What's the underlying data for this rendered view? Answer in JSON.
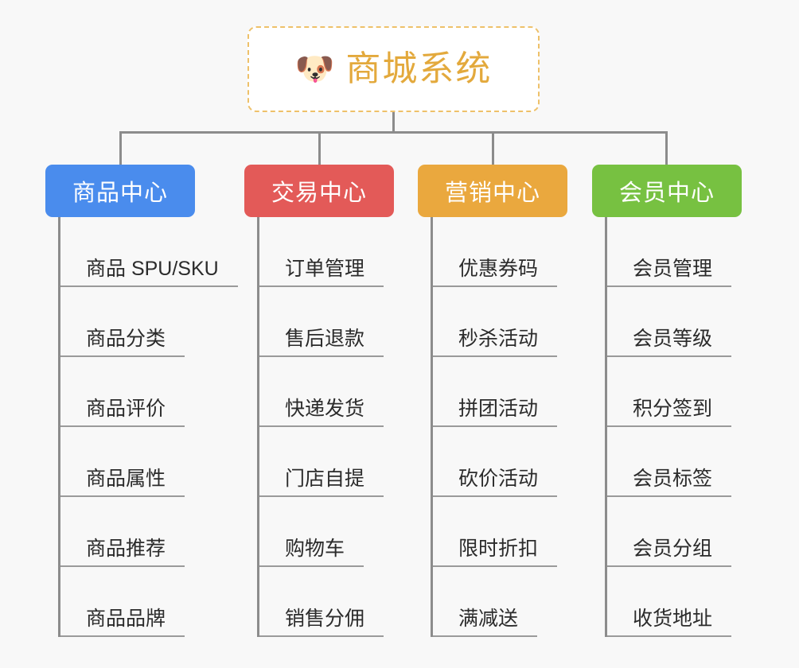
{
  "canvas": {
    "background": "#f8f8f8",
    "connector_color": "#8c8c8c"
  },
  "root": {
    "icon": "dog-face-emoji",
    "emoji": "🐶",
    "title": "商城系统",
    "text_color": "#e3a93c",
    "border_color": "#eec16a",
    "fill": "#ffffff"
  },
  "categories": [
    {
      "label": "商品中心",
      "color": "#4a8ced",
      "items": [
        "商品 SPU/SKU",
        "商品分类",
        "商品评价",
        "商品属性",
        "商品推荐",
        "商品品牌"
      ]
    },
    {
      "label": "交易中心",
      "color": "#e35a58",
      "items": [
        "订单管理",
        "售后退款",
        "快递发货",
        "门店自提",
        "购物车",
        "销售分佣"
      ]
    },
    {
      "label": "营销中心",
      "color": "#eaa83e",
      "items": [
        "优惠券码",
        "秒杀活动",
        "拼团活动",
        "砍价活动",
        "限时折扣",
        "满减送"
      ]
    },
    {
      "label": "会员中心",
      "color": "#77c141",
      "items": [
        "会员管理",
        "会员等级",
        "积分签到",
        "会员标签",
        "会员分组",
        "收货地址"
      ]
    }
  ]
}
